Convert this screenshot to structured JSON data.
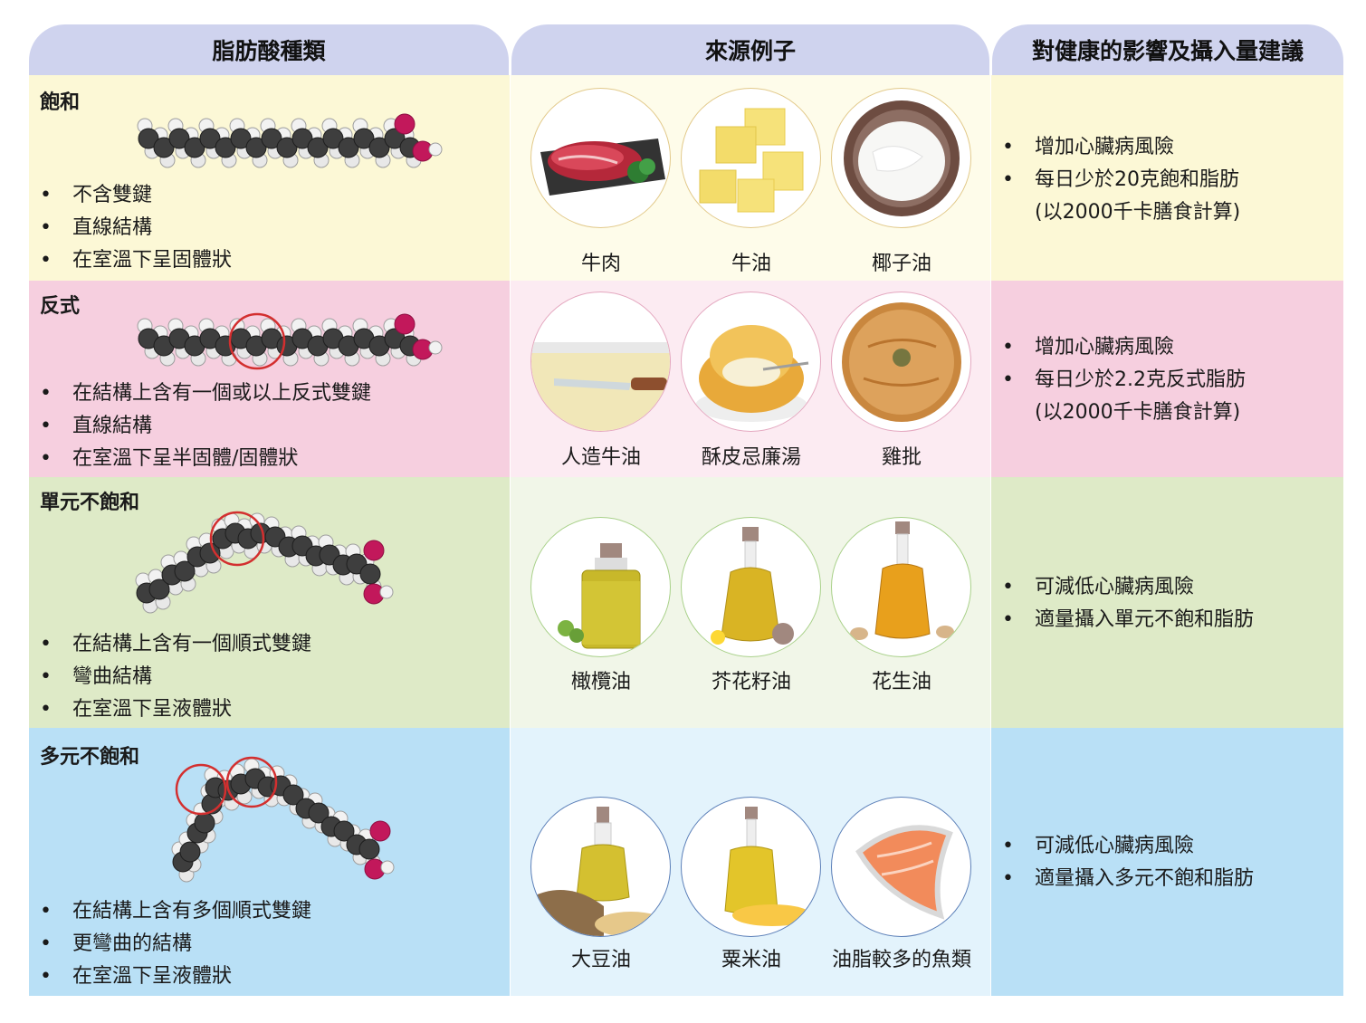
{
  "headers": [
    "脂肪酸種類",
    "來源例子",
    "對健康的影響及攝入量建議"
  ],
  "rows": [
    {
      "title": "飽和",
      "features": [
        "不含雙鍵",
        "直線結構",
        "在室溫下呈固體狀"
      ],
      "foods": [
        "牛肉",
        "牛油",
        "椰子油"
      ],
      "health": [
        "增加心臟病風險",
        "每日少於20克飽和脂肪",
        "(以2000千卡膳食計算)"
      ]
    },
    {
      "title": "反式",
      "features": [
        "在結構上含有一個或以上反式雙鍵",
        "直線結構",
        "在室溫下呈半固體/固體狀"
      ],
      "foods": [
        "人造牛油",
        "酥皮忌廉湯",
        "雞批"
      ],
      "health": [
        "增加心臟病風險",
        "每日少於2.2克反式脂肪",
        "(以2000千卡膳食計算)"
      ]
    },
    {
      "title": "單元不飽和",
      "features": [
        "在結構上含有一個順式雙鍵",
        "彎曲結構",
        "在室溫下呈液體狀"
      ],
      "foods": [
        "橄欖油",
        "芥花籽油",
        "花生油"
      ],
      "health": [
        "可減低心臟病風險",
        "適量攝入單元不飽和脂肪"
      ]
    },
    {
      "title": "多元不飽和",
      "features": [
        "在結構上含有多個順式雙鍵",
        "更彎曲的結構",
        "在室溫下呈液體狀"
      ],
      "foods": [
        "大豆油",
        "粟米油",
        "油脂較多的魚類"
      ],
      "health": [
        "可減低心臟病風險",
        " 適量攝入多元不飽和脂肪"
      ]
    }
  ],
  "colors": {
    "header": "#cfd3ee",
    "saturated": "#fcf8d6",
    "trans": "#f6cfdf",
    "mono": "#deeac7",
    "poly": "#b9e0f6",
    "highlight_ring": "#d32f2f",
    "oxygen": "#c2185b"
  }
}
